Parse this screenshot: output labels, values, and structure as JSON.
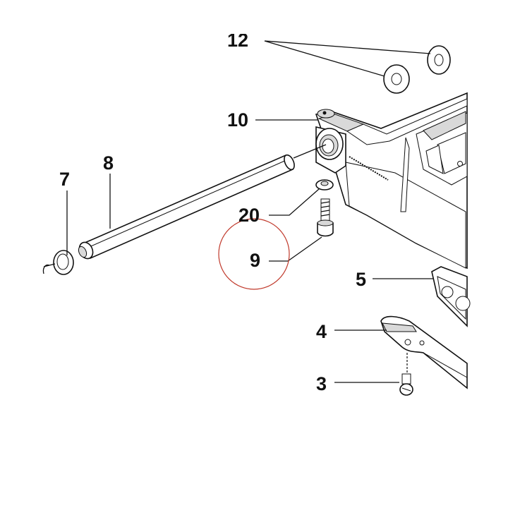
{
  "callouts": {
    "c12": "12",
    "c10": "10",
    "c8": "8",
    "c7": "7",
    "c20": "20",
    "c9": "9",
    "c5": "5",
    "c4": "4",
    "c3": "3"
  },
  "highlight": {
    "part": "9",
    "color": "#c0392b"
  },
  "colors": {
    "line": "#111111",
    "shade": "#d9d9d9",
    "background": "#ffffff"
  }
}
